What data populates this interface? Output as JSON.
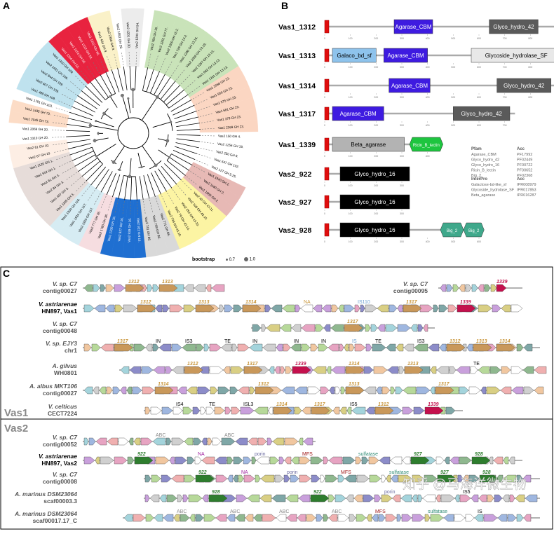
{
  "panel_a": {
    "letter": "A",
    "legend_title": "bootstrap",
    "legend_small": "0.7",
    "legend_large": "1.0",
    "leaves": [
      {
        "label": "Vas2 765 GH 16.",
        "color": "#c9e3b9"
      },
      {
        "label": "Vas2 1262 GH 77.",
        "color": "#c9e3b9"
      },
      {
        "label": "Vas2 1209 GH 15.2.",
        "color": "#c9e3b9"
      },
      {
        "label": "Vas1 729 GH 13.2.",
        "color": "#c9e3b9"
      },
      {
        "label": "Vas1 1200 GH 13.15.",
        "color": "#c9e3b9"
      },
      {
        "label": "Vas2 1059 GH 13.19.",
        "color": "#c9e3b9"
      },
      {
        "label": "Vas2 1267 GH 13.13.",
        "color": "#c9e3b9"
      },
      {
        "label": "Vas1 662 GH 13.13.",
        "color": "#c9e3b9"
      },
      {
        "label": "Vas1 1261 GH 13.13.",
        "color": "#c9e3b9"
      },
      {
        "label": "Vas1 2068 GH 23.",
        "color": "#fbd6c2"
      },
      {
        "label": "Vas1 959 GH 23.",
        "color": "#fbd6c2"
      },
      {
        "label": "Vas1 575 GH 23.",
        "color": "#fbd6c2"
      },
      {
        "label": "Vas1 681 GH 23.",
        "color": "#fbd6c2"
      },
      {
        "label": "Vas1 379 GH 23.",
        "color": "#fbd6c2"
      },
      {
        "label": "Vas1 2369 GH 23.",
        "color": "#fbd6c2"
      },
      {
        "label": "Vas2 150 GH 4.",
        "color": "#ffffff"
      },
      {
        "label": "Vas2 1256 GH 18.",
        "color": "#ffffff"
      },
      {
        "label": "Vas2 250 GH 8.",
        "color": "#ffffff"
      },
      {
        "label": "Vas1 647 GH 102.",
        "color": "#ffffff"
      },
      {
        "label": "Vas2 127 GH 5.25.",
        "color": "#ffffff"
      },
      {
        "label": "Vas1 1940 GH 2.",
        "color": "#e7b9b5"
      },
      {
        "label": "Vas2 1180 GH 2.",
        "color": "#e7b9b5"
      },
      {
        "label": "Vas1 1869 GH 2.",
        "color": "#e7b9b5"
      },
      {
        "label": "Vas2 40 GH 43.11.",
        "color": "#fcf4a3"
      },
      {
        "label": "Vas2 108 GH 43.10.",
        "color": "#fcf4a3"
      },
      {
        "label": "Vas2 254 GH 43.10.",
        "color": "#fcf4a3"
      },
      {
        "label": "Vas2 79 GH 43.10.",
        "color": "#fcf4a3"
      },
      {
        "label": "Vas2 739 GH 43.10.",
        "color": "#fcf4a3"
      },
      {
        "label": "Vas2 771 GH 86.",
        "color": "#d9d9d9"
      },
      {
        "label": "Vas2 769 GH 86.",
        "color": "#d9d9d9"
      },
      {
        "label": "Vas2 741 GH 86.",
        "color": "#d9d9d9"
      },
      {
        "label": "Vas2 922 GH 16.",
        "color": "#1f6fd1"
      },
      {
        "label": "Vas2 928 GH 16.",
        "color": "#1f6fd1"
      },
      {
        "label": "Vas2 927 GH 16.",
        "color": "#1f6fd1"
      },
      {
        "label": "Vas1 1339 GH 16.",
        "color": "#1f6fd1"
      },
      {
        "label": "Vas2 1780 GH 36.",
        "color": "#f6dde0"
      },
      {
        "label": "Vas2 777 GH 36.",
        "color": "#f6dde0"
      },
      {
        "label": "Vas2 1925 GH 117.",
        "color": "#d6ecf3"
      },
      {
        "label": "Vas1 1924 GH 117.",
        "color": "#d6ecf3"
      },
      {
        "label": "Vas1 1200 GH 116.",
        "color": "#d6ecf3"
      },
      {
        "label": "Vas1 1185 GH 3.",
        "color": "#e6dcd9"
      },
      {
        "label": "Vas1 497 GH 3.",
        "color": "#e6dcd9"
      },
      {
        "label": "Vas2 84 GH 3.",
        "color": "#e6dcd9"
      },
      {
        "label": "Vas2 61 GH 3.",
        "color": "#e6dcd9"
      },
      {
        "label": "Vas1 552 GH 1.",
        "color": "#e6dcd9"
      },
      {
        "label": "Vas1 1120 GH 1.",
        "color": "#e6dcd9"
      },
      {
        "label": "Vas2 67 GH 10.",
        "color": "#fdeee4"
      },
      {
        "label": "Vas2 61 GH 10.",
        "color": "#fdeee4"
      },
      {
        "label": "Vas1 2310 GH 20.",
        "color": "#ffffff"
      },
      {
        "label": "Vas1 2069 GH 20.",
        "color": "#ffffff"
      },
      {
        "label": "Vas1 2045 GH 73.",
        "color": "#fcdcc6"
      },
      {
        "label": "Vas1 1435 GH 73.",
        "color": "#fcdcc6"
      },
      {
        "label": "Vas1 1781 GH 103.",
        "color": "#ffffff"
      },
      {
        "label": "Vas1 489 GH 109.",
        "color": "#bfe2ee"
      },
      {
        "label": "Vas2 607 GH 109.",
        "color": "#bfe2ee"
      },
      {
        "label": "Vas2 844 GH 109.",
        "color": "#bfe2ee"
      },
      {
        "label": "Vas2 1431 GH 109.",
        "color": "#bfe2ee"
      },
      {
        "label": "Vas1 1310 GH 109.",
        "color": "#bfe2ee"
      },
      {
        "label": "Vas1 1314 GH 50.",
        "color": "#e8233f"
      },
      {
        "label": "Vas1 1313 GH 50.",
        "color": "#e8233f"
      },
      {
        "label": "Vas1 1312 GH 50.",
        "color": "#e8233f"
      },
      {
        "label": "Vas1 1312 GH 96.",
        "color": "#e8233f"
      },
      {
        "label": "Vas1 434 GH 9.",
        "color": "#faf1c8"
      },
      {
        "label": "Vas2 2360 GH 9.",
        "color": "#faf1c8"
      },
      {
        "label": "Vas2 1552 GH 28.",
        "color": "#ffffff"
      },
      {
        "label": "Vas2 1201 GH 30.",
        "color": "#ececec"
      },
      {
        "label": "Vas2 1203 GH 94.",
        "color": "#ececec"
      }
    ]
  },
  "panel_b": {
    "letter": "B",
    "scale_ticks": [
      "0",
      "100",
      "200",
      "300",
      "400",
      "500",
      "600",
      "700",
      "800",
      "900"
    ],
    "proteins": [
      {
        "name": "Vas1_1312",
        "length": 900,
        "domains": [
          {
            "label": "Agarase_CBM",
            "start": 270,
            "end": 420,
            "color": "#3e1be0",
            "text": "#ffffff",
            "shape": "rect"
          },
          {
            "label": "Glyco_hydro_42",
            "start": 640,
            "end": 830,
            "color": "#5a5a5a",
            "text": "#ffffff",
            "shape": "rect"
          }
        ]
      },
      {
        "name": "Vas1_1313",
        "length": 920,
        "domains": [
          {
            "label": "Galaco_bd_sf",
            "start": 30,
            "end": 200,
            "color": "#8ec3ec",
            "text": "#000000",
            "shape": "rect"
          },
          {
            "label": "Agarase_CBM",
            "start": 230,
            "end": 400,
            "color": "#3e1be0",
            "text": "#ffffff",
            "shape": "rect"
          },
          {
            "label": "Glycoside_hydrolase_SF",
            "start": 570,
            "end": 920,
            "color": "#e8e8e8",
            "text": "#000000",
            "shape": "rect"
          }
        ]
      },
      {
        "name": "Vas1_1314",
        "length": 910,
        "domains": [
          {
            "label": "Agarase_CBM",
            "start": 250,
            "end": 410,
            "color": "#3e1be0",
            "text": "#ffffff",
            "shape": "rect"
          },
          {
            "label": "Glyco_hydro_42",
            "start": 670,
            "end": 880,
            "color": "#5a5a5a",
            "text": "#ffffff",
            "shape": "rect"
          }
        ]
      },
      {
        "name": "Vas1_1317",
        "length": 740,
        "domains": [
          {
            "label": "Agarase_CBM",
            "start": 30,
            "end": 230,
            "color": "#3e1be0",
            "text": "#ffffff",
            "shape": "rect"
          },
          {
            "label": "Glyco_hydro_42",
            "start": 500,
            "end": 720,
            "color": "#5a5a5a",
            "text": "#ffffff",
            "shape": "rect"
          }
        ]
      },
      {
        "name": "Vas1_1339",
        "length": 460,
        "domains": [
          {
            "label": "Beta_agarase",
            "start": 30,
            "end": 310,
            "color": "#b3b3b3",
            "text": "#000000",
            "shape": "rect"
          },
          {
            "label": "Ricin_B_lectin",
            "start": 330,
            "end": 460,
            "color": "#1ec53f",
            "text": "#ffffff",
            "shape": "hex"
          }
        ]
      },
      {
        "name": "Vas2_922",
        "length": 330,
        "domains": [
          {
            "label": "Glyco_hydro_16",
            "start": 60,
            "end": 330,
            "color": "#000000",
            "text": "#ffffff",
            "shape": "rect"
          }
        ]
      },
      {
        "name": "Vas2_927",
        "length": 330,
        "domains": [
          {
            "label": "Glyco_hydro_16",
            "start": 60,
            "end": 330,
            "color": "#000000",
            "text": "#ffffff",
            "shape": "rect"
          }
        ]
      },
      {
        "name": "Vas2_928",
        "length": 600,
        "domains": [
          {
            "label": "Glyco_hydro_16",
            "start": 60,
            "end": 330,
            "color": "#000000",
            "text": "#ffffff",
            "shape": "rect"
          },
          {
            "label": "Big_2",
            "start": 450,
            "end": 540,
            "color": "#3fa88b",
            "text": "#ffffff",
            "shape": "hex"
          },
          {
            "label": "Big_2",
            "start": 540,
            "end": 620,
            "color": "#3fa88b",
            "text": "#ffffff",
            "shape": "hex"
          }
        ]
      }
    ],
    "legend": {
      "pfam_header": "Pfam",
      "acc_header": "Acc",
      "pfam_rows": [
        [
          "Agarase_CBM",
          "PF17992"
        ],
        [
          "Glyco_hydro_42",
          "PF02449"
        ],
        [
          "Glyco_hydro_16",
          "PF00722"
        ],
        [
          "Ricin_B_lectin",
          "PF00652"
        ],
        [
          "Big_2",
          "PF02368"
        ]
      ],
      "interpro_header": "InterPro",
      "interpro_acc_header": "Acc",
      "interpro_rows": [
        [
          "Galactose-bd-like_sf",
          "IPR008979"
        ],
        [
          "Glycoside_hydrolase_SF",
          "IPR017853"
        ],
        [
          "Beta_agarase",
          "IPR016287"
        ]
      ]
    }
  },
  "panel_c": {
    "letter": "C",
    "group1_label": "Vas1",
    "group2_label": "Vas2",
    "watermark": "知乎 @马海洋微生物",
    "rows": [
      {
        "line1": "V. sp. C7",
        "line2": "contig00027",
        "bold": false,
        "labels": [
          {
            "text": "1312",
            "color": "#c9963b"
          },
          {
            "text": "1313",
            "color": "#c9963b"
          }
        ],
        "right_line1": "V. sp. C7",
        "right_line2": "contig00095",
        "right_labels": [
          {
            "text": "1339",
            "color": "#c4104d"
          }
        ]
      },
      {
        "line1": "V. astriarenae",
        "line2": "HN897, Vas1",
        "bold": true,
        "labels": [
          {
            "text": "1312",
            "color": "#c9963b"
          },
          {
            "text": "1313",
            "color": "#c9963b"
          },
          {
            "text": "1314",
            "color": "#c9963b"
          },
          {
            "text": "NA",
            "color": "#c9963b"
          },
          {
            "text": "IS110",
            "color": "#6a9fd0"
          },
          {
            "text": "1317",
            "color": "#c9963b"
          },
          {
            "text": "1339",
            "color": "#c4104d"
          }
        ]
      },
      {
        "line1": "V. sp. C7",
        "line2": "contig00048",
        "bold": false,
        "labels": [
          {
            "text": "1317",
            "color": "#c9963b"
          }
        ]
      },
      {
        "line1": "V. sp. EJY3",
        "line2": "chr1",
        "bold": false,
        "labels": [
          {
            "text": "1317",
            "color": "#c9963b"
          },
          {
            "text": "IN",
            "color": "#000000"
          },
          {
            "text": "IS3",
            "color": "#000000"
          },
          {
            "text": "TE",
            "color": "#000000"
          },
          {
            "text": "IN",
            "color": "#000000"
          },
          {
            "text": "IN",
            "color": "#000000"
          },
          {
            "text": "IN",
            "color": "#000000"
          },
          {
            "text": "IS",
            "color": "#6a9fd0"
          },
          {
            "text": "TE",
            "color": "#000000"
          },
          {
            "text": "IS3",
            "color": "#000000"
          },
          {
            "text": "1312",
            "color": "#c9963b"
          },
          {
            "text": "1313",
            "color": "#c9963b"
          },
          {
            "text": "1314",
            "color": "#c9963b"
          }
        ]
      },
      {
        "line1": "A. gilvus",
        "line2": "WH0801",
        "bold": false,
        "labels": [
          {
            "text": "1312",
            "color": "#c9963b"
          },
          {
            "text": "1317",
            "color": "#c9963b"
          },
          {
            "text": "1339",
            "color": "#c4104d"
          },
          {
            "text": "1314",
            "color": "#c9963b"
          },
          {
            "text": "1313",
            "color": "#c9963b"
          },
          {
            "text": "TE",
            "color": "#000000"
          }
        ]
      },
      {
        "line1": "A. albus MKT106",
        "line2": "contig00027",
        "bold": false,
        "labels": [
          {
            "text": "1314",
            "color": "#c9963b"
          },
          {
            "text": "1312",
            "color": "#c9963b"
          },
          {
            "text": "1313",
            "color": "#c9963b"
          },
          {
            "text": "1317",
            "color": "#c9963b"
          }
        ]
      },
      {
        "line1": "V. celticus",
        "line2": "CECT7224",
        "bold": false,
        "labels": [
          {
            "text": "IS4",
            "color": "#000000"
          },
          {
            "text": "TE",
            "color": "#000000"
          },
          {
            "text": "ISL3",
            "color": "#000000"
          },
          {
            "text": "1314",
            "color": "#c9963b"
          },
          {
            "text": "1317",
            "color": "#c9963b"
          },
          {
            "text": "IS5",
            "color": "#000000"
          },
          {
            "text": "1312",
            "color": "#c9963b"
          },
          {
            "text": "1339",
            "color": "#c4104d"
          }
        ]
      },
      {
        "line1": "V. sp. C7",
        "line2": "contig00052",
        "bold": false,
        "labels": [
          {
            "text": "ABC",
            "color": "#8a8a8a"
          },
          {
            "text": "ABC",
            "color": "#8a8a8a"
          }
        ]
      },
      {
        "line1": "V. astriarenae",
        "line2": "HN897, Vas2",
        "bold": true,
        "labels": [
          {
            "text": "922",
            "color": "#2e7d2e"
          },
          {
            "text": "NA",
            "color": "#a020a0"
          },
          {
            "text": "porin",
            "color": "#6a6aa0"
          },
          {
            "text": "MFS",
            "color": "#a01a1a"
          },
          {
            "text": "sulfatase",
            "color": "#2e8b74"
          },
          {
            "text": "927",
            "color": "#2e7d2e"
          },
          {
            "text": "928",
            "color": "#2e7d2e"
          }
        ]
      },
      {
        "line1": "V. sp. C7",
        "line2": "contig00008",
        "bold": false,
        "labels": [
          {
            "text": "922",
            "color": "#2e7d2e"
          },
          {
            "text": "NA",
            "color": "#a020a0"
          },
          {
            "text": "porin",
            "color": "#6a6aa0"
          },
          {
            "text": "MFS",
            "color": "#a01a1a"
          },
          {
            "text": "sulfatase",
            "color": "#2e8b74"
          },
          {
            "text": "927",
            "color": "#2e7d2e"
          },
          {
            "text": "928",
            "color": "#2e7d2e"
          }
        ]
      },
      {
        "line1": "A. marinus DSM23064",
        "line2": "scaf00003.3",
        "bold": false,
        "labels": [
          {
            "text": "928",
            "color": "#2e7d2e"
          },
          {
            "text": "922",
            "color": "#2e7d2e"
          },
          {
            "text": "porin",
            "color": "#6a6aa0"
          },
          {
            "text": "IS5",
            "color": "#000000"
          }
        ]
      },
      {
        "line1": "A. marinus DSM23064",
        "line2": "scaf00017.17_C",
        "bold": false,
        "labels": [
          {
            "text": "ABC",
            "color": "#8a8a8a"
          },
          {
            "text": "ABC",
            "color": "#8a8a8a"
          },
          {
            "text": "ABC",
            "color": "#8a8a8a"
          },
          {
            "text": "ABC",
            "color": "#8a8a8a"
          },
          {
            "text": "MFS",
            "color": "#a01a1a"
          },
          {
            "text": "sulfatase",
            "color": "#2e8b74"
          },
          {
            "text": "IS",
            "color": "#000000"
          }
        ]
      }
    ]
  }
}
